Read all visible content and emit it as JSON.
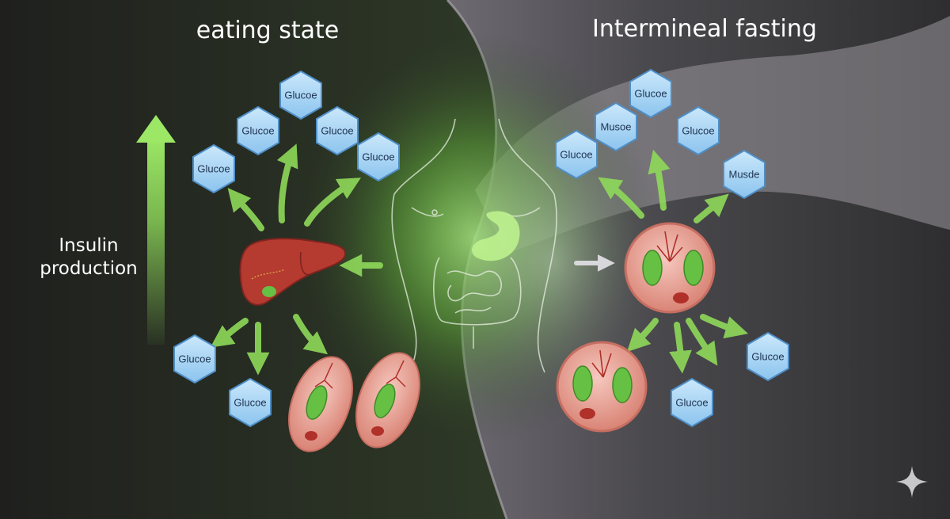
{
  "titles": {
    "left": "eating state",
    "right": "Intermineal fasting"
  },
  "side_label": {
    "line1": "Insulin",
    "line2": "production"
  },
  "left_hexagons": [
    {
      "id": "l1",
      "label": "Glucoe"
    },
    {
      "id": "l2",
      "label": "Glucoe"
    },
    {
      "id": "l3",
      "label": "Glucoe"
    },
    {
      "id": "l4",
      "label": "Glucoe"
    },
    {
      "id": "l5",
      "label": "Glucoe"
    },
    {
      "id": "l6",
      "label": "Glucoe"
    },
    {
      "id": "l7",
      "label": "Glucoe"
    }
  ],
  "right_hexagons": [
    {
      "id": "r1",
      "label": "Glucoe"
    },
    {
      "id": "r2",
      "label": "Musoe"
    },
    {
      "id": "r3",
      "label": "Glucoe"
    },
    {
      "id": "r4",
      "label": "Glucoe"
    },
    {
      "id": "r5",
      "label": "Musde"
    },
    {
      "id": "r6",
      "label": "Glucoe"
    },
    {
      "id": "r7",
      "label": "Glucoe"
    }
  ],
  "colors": {
    "arrow_green": "#8fd95a",
    "hex_fill": "#a9d6f5",
    "hex_stroke": "#4f8fc8",
    "cell_pink": "#e49a8e",
    "mitochondria": "#66c043",
    "liver_red": "#b53a30"
  },
  "icons": [
    "liver-icon",
    "torso-digestive-outline-icon",
    "stomach-icon",
    "muscle-cell-icon",
    "sparkle-icon"
  ]
}
